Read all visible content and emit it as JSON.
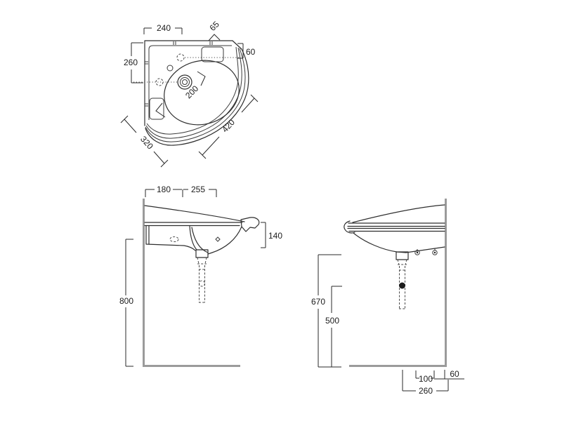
{
  "drawing": {
    "plan": {
      "back_width": "240",
      "corner_edge": "65",
      "tap_hole_offset": "60",
      "side_depth": "260",
      "bowl_diameter": "200",
      "left_front_edge": "320",
      "right_front_edge": "420"
    },
    "front_elevation": {
      "wall_to_divider": "180",
      "bowl_span": "255",
      "rim_depth": "140",
      "rim_height": "800"
    },
    "side_elevation": {
      "underside_height": "670",
      "trap_height": "500",
      "fixing_spacing": "100",
      "fixing_to_wall": "60",
      "drain_to_wall": "260"
    },
    "colors": {
      "line": "#2e2e2e",
      "hidden": "#4a4a4a",
      "wall": "#9b9b9b",
      "background": "#ffffff"
    }
  }
}
